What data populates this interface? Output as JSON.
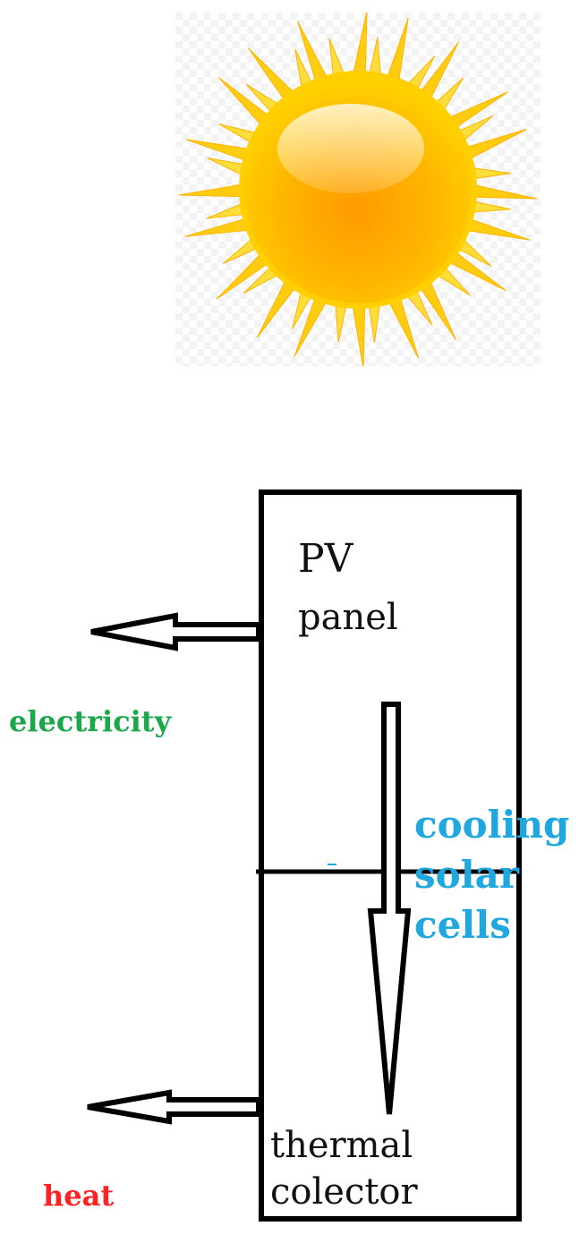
{
  "labels": {
    "pv_line1": "PV",
    "pv_line2": "panel",
    "electricity": "electricity",
    "cooling_line1": "cooling",
    "cooling_line2": "solar",
    "cooling_line3": "cells",
    "thermal_line1": "thermal",
    "thermal_line2": "colector",
    "heat": "heat"
  },
  "colors": {
    "electricity": "#1aa84a",
    "cooling": "#1fa8e0",
    "heat": "#ff2222",
    "outline": "#000000",
    "sun_core": "#ffa000",
    "sun_rays": "#ffd21a"
  },
  "icons": {
    "sun": "sun-icon"
  }
}
